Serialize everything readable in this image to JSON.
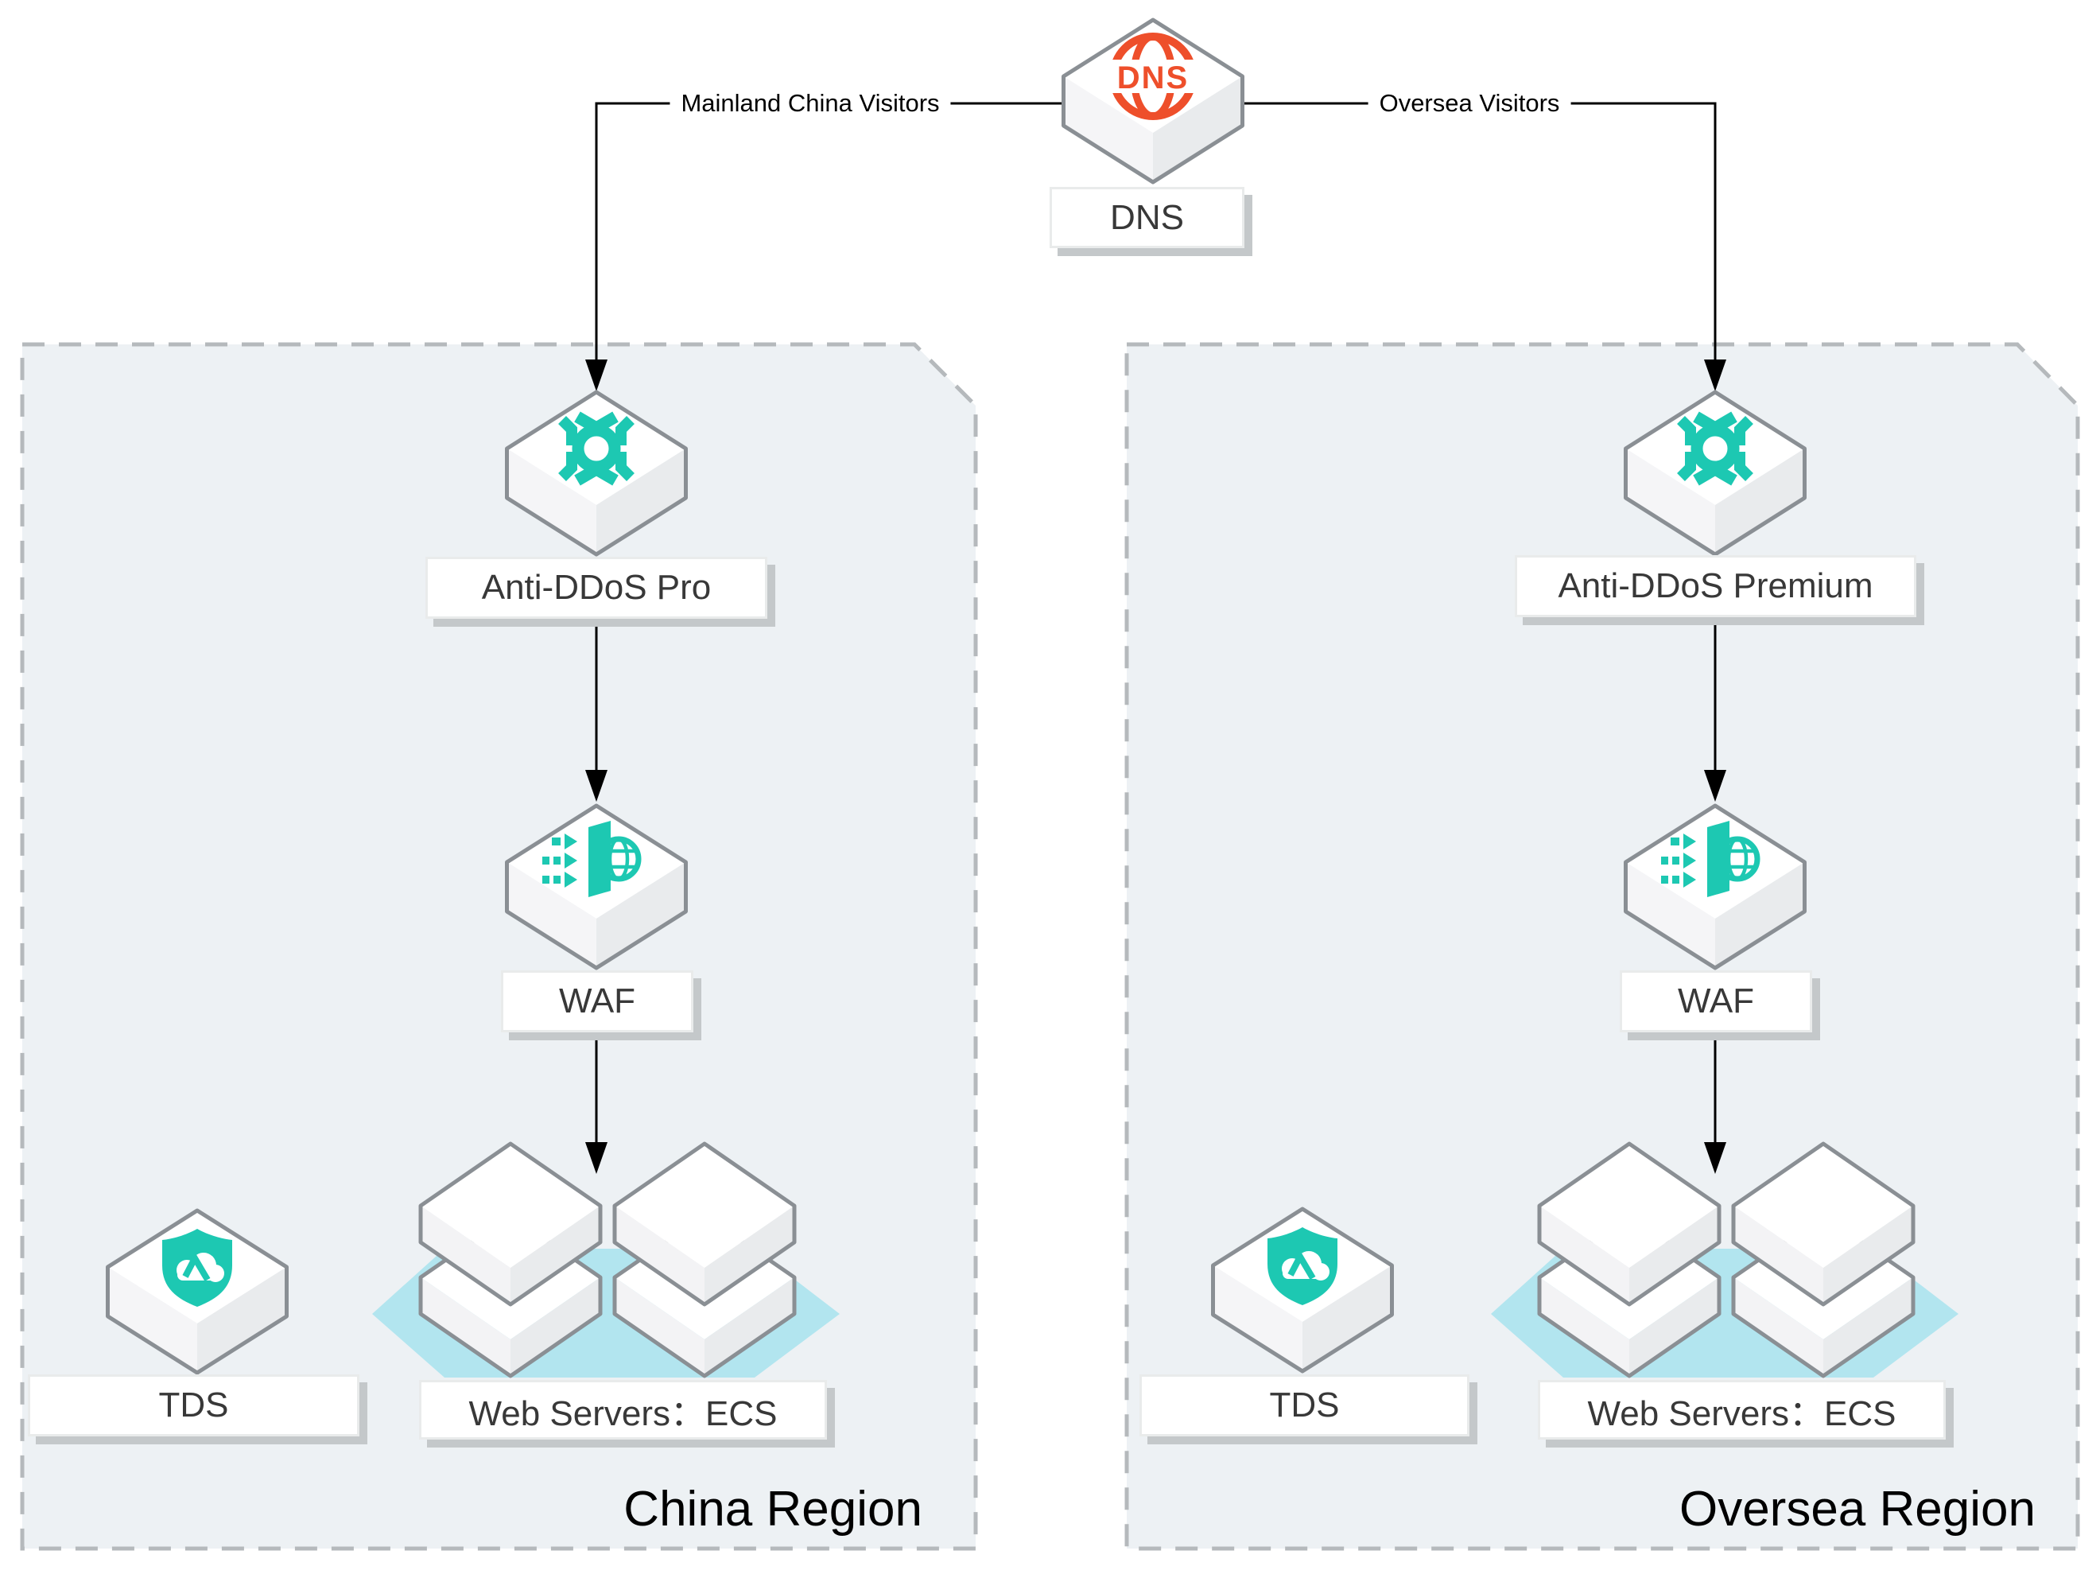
{
  "dns": {
    "label": "DNS",
    "icon_text": "DNS"
  },
  "flows": {
    "mainland": "Mainland China Visitors",
    "oversea": "Oversea Visitors"
  },
  "china_region": {
    "title": "China Region",
    "anti_ddos": "Anti-DDoS Pro",
    "waf": "WAF",
    "tds": "TDS",
    "servers": "Web Servers：ECS"
  },
  "oversea_region": {
    "title": "Oversea Region",
    "anti_ddos": "Anti-DDoS Premium",
    "waf": "WAF",
    "tds": "TDS",
    "servers": "Web Servers：ECS"
  },
  "colors": {
    "accent_teal": "#1dc8b2",
    "accent_orange": "#ee4f2b",
    "platform_cyan": "#b2e5ef",
    "region_fill": "#edf1f4",
    "region_border": "#b5b9bc",
    "node_outline": "#8a8f94",
    "connector": "#000000"
  }
}
